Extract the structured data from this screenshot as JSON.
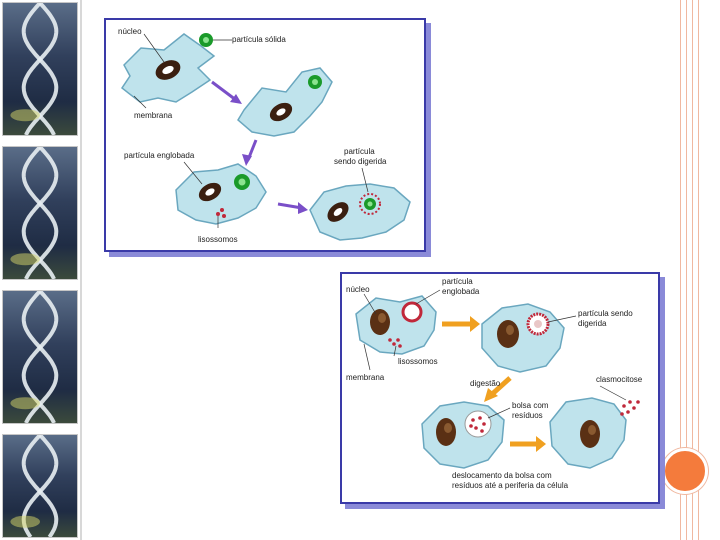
{
  "colors": {
    "panel_border": "#3a3aa8",
    "panel_shadow": "#8a8ad8",
    "cell_fill": "#bfe3ec",
    "cell_edge": "#6aa7bf",
    "nucleus": "#3b1f10",
    "green_particle": "#1a9a2a",
    "red_particle": "#c0283a",
    "arrow_purple": "#7a4fc8",
    "arrow_orange": "#f0a020",
    "accent_orange": "#f47b3c"
  },
  "decoration": {
    "left_strip_tiles": [
      "dna-helix-image",
      "dna-helix-image",
      "dna-helix-image",
      "dna-helix-image"
    ]
  },
  "figure_top": {
    "labels": {
      "nucleo": "núcleo",
      "particula_solida": "partícula sólida",
      "membrana": "membrana",
      "particula_englobada": "partícula englobada",
      "particula_digerida_1": "partícula",
      "particula_digerida_2": "sendo digerida",
      "lisossomos": "lisossomos"
    }
  },
  "figure_bottom": {
    "labels": {
      "nucleo": "núcleo",
      "particula_englobada_1": "partícula",
      "particula_englobada_2": "englobada",
      "particula_sendo_1": "partícula sendo",
      "particula_sendo_2": "digerida",
      "lisossomos": "lisossomos",
      "membrana": "membrana",
      "digestao": "digestão",
      "clasmocitose": "clasmocitose",
      "bolsa_1": "bolsa com",
      "bolsa_2": "resíduos",
      "deslocamento_1": "deslocamento da bolsa com",
      "deslocamento_2": "resíduos até a periferia da célula"
    }
  }
}
